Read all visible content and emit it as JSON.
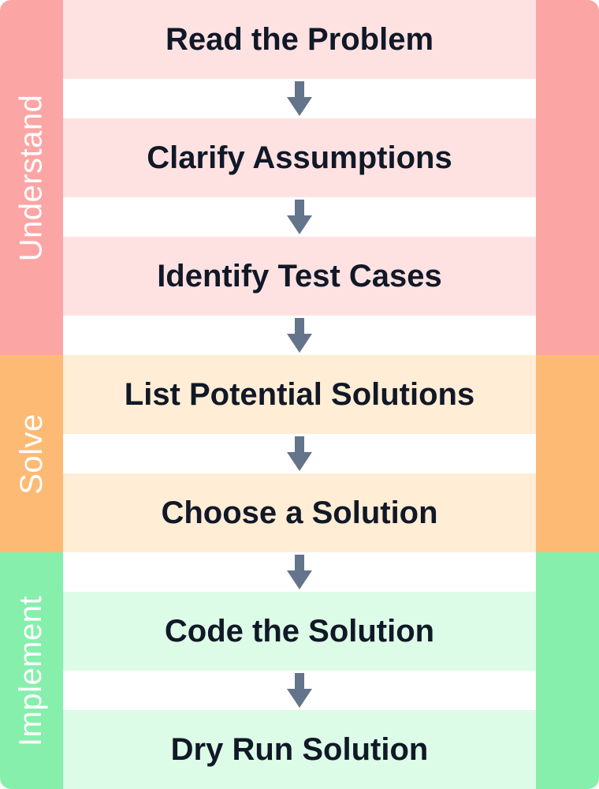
{
  "phases": {
    "understand": {
      "label": "Understand",
      "color": "#fca5a5",
      "step_color": "#fee2e2"
    },
    "solve": {
      "label": "Solve",
      "color": "#fdba74",
      "step_color": "#ffedd5"
    },
    "implement": {
      "label": "Implement",
      "color": "#86efac",
      "step_color": "#dcfce7"
    }
  },
  "steps": [
    {
      "label": "Read the Problem",
      "phase": "understand"
    },
    {
      "label": "Clarify Assumptions",
      "phase": "understand"
    },
    {
      "label": "Identify Test Cases",
      "phase": "understand"
    },
    {
      "label": "List Potential Solutions",
      "phase": "solve"
    },
    {
      "label": "Choose a Solution",
      "phase": "solve"
    },
    {
      "label": "Code the Solution",
      "phase": "implement"
    },
    {
      "label": "Dry Run Solution",
      "phase": "implement"
    }
  ],
  "arrow": {
    "icon": "arrow-down-icon",
    "color": "#64748b"
  }
}
